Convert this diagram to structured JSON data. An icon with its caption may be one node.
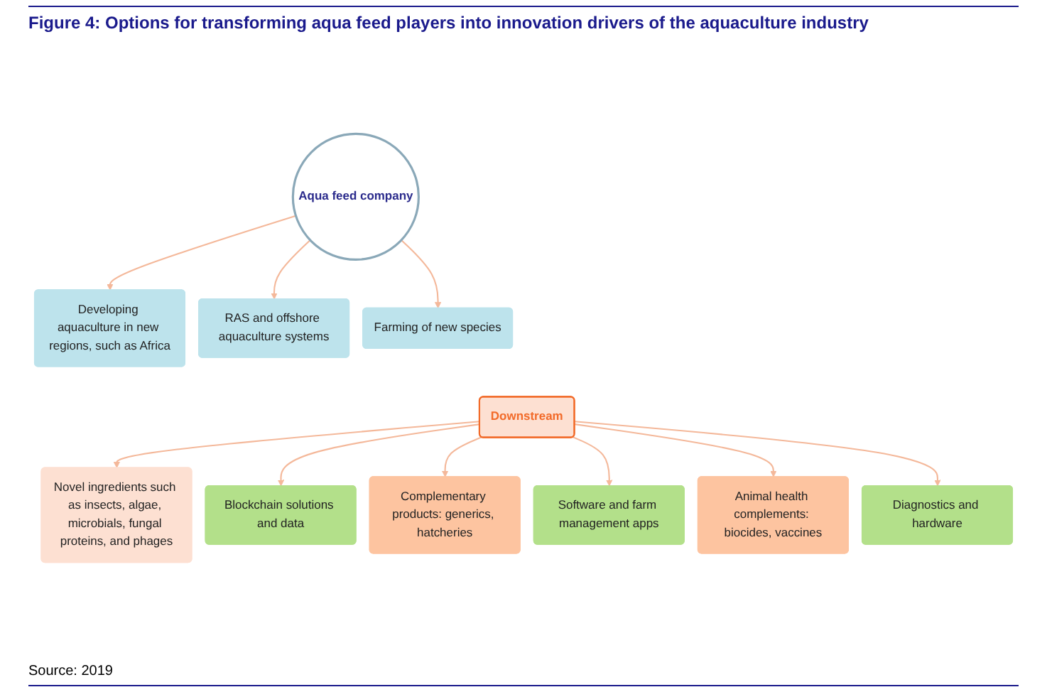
{
  "diagram": {
    "title": "Figure 4: Options for transforming aqua feed players into innovation drivers of the aquaculture industry",
    "caption": "Source: 2019",
    "nodes": [
      {
        "text": [
          "Developing aquaculture in new regions, such as Africa"
        ]
      },
      {
        "text": [
          "RAS and offshore aquaculture systems"
        ]
      },
      {
        "text": [
          "Farming of new species"
        ]
      },
      {
        "text": [
          "Aqua feed company"
        ]
      },
      {
        "text": [
          "Downstream"
        ]
      },
      {
        "text": [
          "Novel ingredients such as insects, algae, microbials, fungal proteins, and phages"
        ]
      },
      {
        "text": [
          "Blockchain solutions and data"
        ]
      },
      {
        "text": [
          "Complementary products: generics, hatcheries"
        ]
      },
      {
        "text": [
          "Software and farm management apps"
        ]
      },
      {
        "text": [
          "Animal health complements: biocides, vaccines"
        ]
      },
      {
        "text": [
          "Diagnostics and hardware"
        ]
      }
    ],
    "edges": [
      {
        "from": 3,
        "to": 0,
        "arrow": "to"
      },
      {
        "from": 3,
        "to": 1,
        "arrow": "to"
      },
      {
        "from": 3,
        "to": 2,
        "arrow": "to"
      },
      {
        "from": 4,
        "to": 5,
        "arrow": "to"
      },
      {
        "from": 4,
        "to": 6,
        "arrow": "to"
      },
      {
        "from": 4,
        "to": 7,
        "arrow": "to"
      },
      {
        "from": 4,
        "to": 8,
        "arrow": "to"
      },
      {
        "from": 4,
        "to": 9,
        "arrow": "to"
      },
      {
        "from": 4,
        "to": 10,
        "arrow": "to"
      }
    ]
  }
}
